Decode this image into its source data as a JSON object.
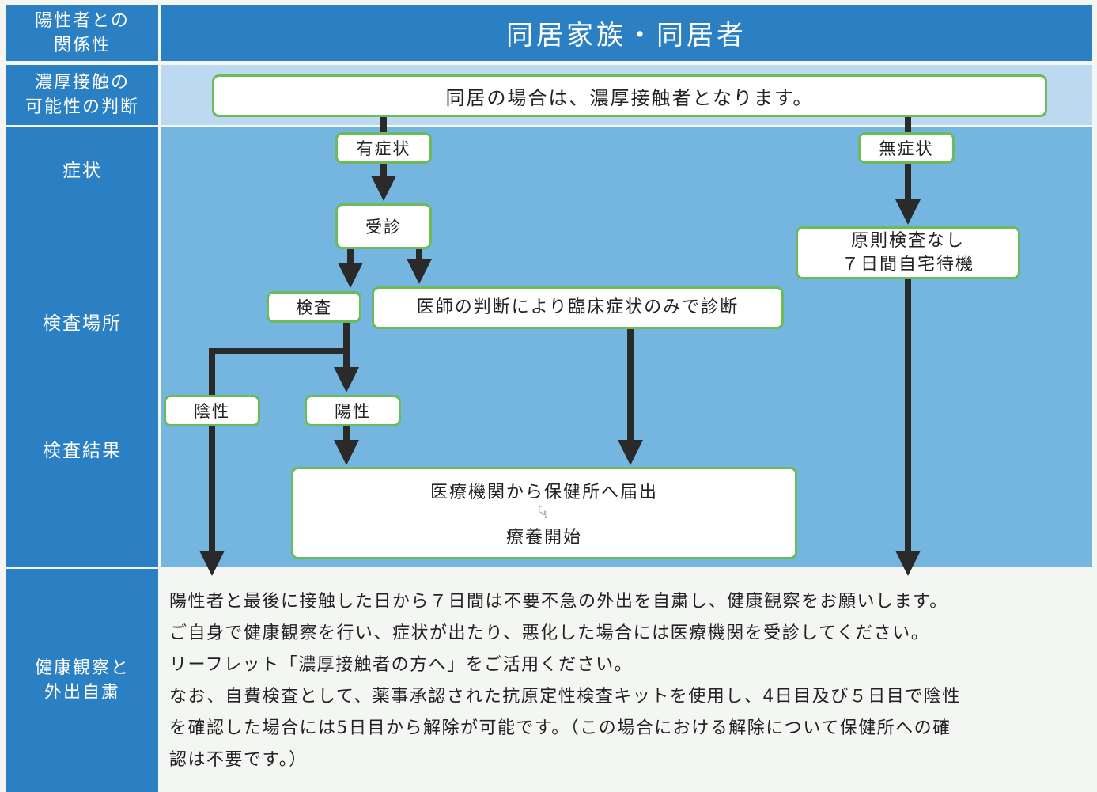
{
  "header": {
    "relationship_label": "陽性者との\n関係性",
    "title": "同居家族・同居者"
  },
  "rows": {
    "contact_judgment": "濃厚接触の\n可能性の判断",
    "symptoms": "症状",
    "test_place": "検査場所",
    "test_result": "検査結果",
    "health_observation": "健康観察と\n外出自粛"
  },
  "flow": {
    "top_box": "同居の場合は、濃厚接触者となります。",
    "symptomatic": "有症状",
    "asymptomatic": "無症状",
    "consultation": "受診",
    "no_test": "原則検査なし\n７日間自宅待機",
    "test": "検査",
    "clinical_diagnosis": "医師の判断により臨床症状のみで診断",
    "negative": "陰性",
    "positive": "陽性",
    "report": "医療機関から保健所へ届出",
    "treatment_start": "療養開始",
    "pointer_icon": "pointing-hand-icon"
  },
  "notes": [
    "陽性者と最後に接触した日から７日間は不要不急の外出を自粛し、健康観察をお願いします。",
    "ご自身で健康観察を行い、症状が出たり、悪化した場合には医療機関を受診してください。",
    "リーフレット「濃厚接触者の方へ」をご活用ください。",
    "なお、自費検査として、薬事承認された抗原定性検査キットを使用し、4日目及び５日目で陰性",
    "を確認した場合には5日目から解除が可能です。（この場合における解除について保健所への確",
    "認は不要です。）"
  ],
  "colors": {
    "header_blue": "#2b80c4",
    "light_blue": "#bcd9ef",
    "mid_blue": "#74b6df",
    "box_border_green": "#6cbb5a",
    "arrow": "#2a2a2a"
  }
}
